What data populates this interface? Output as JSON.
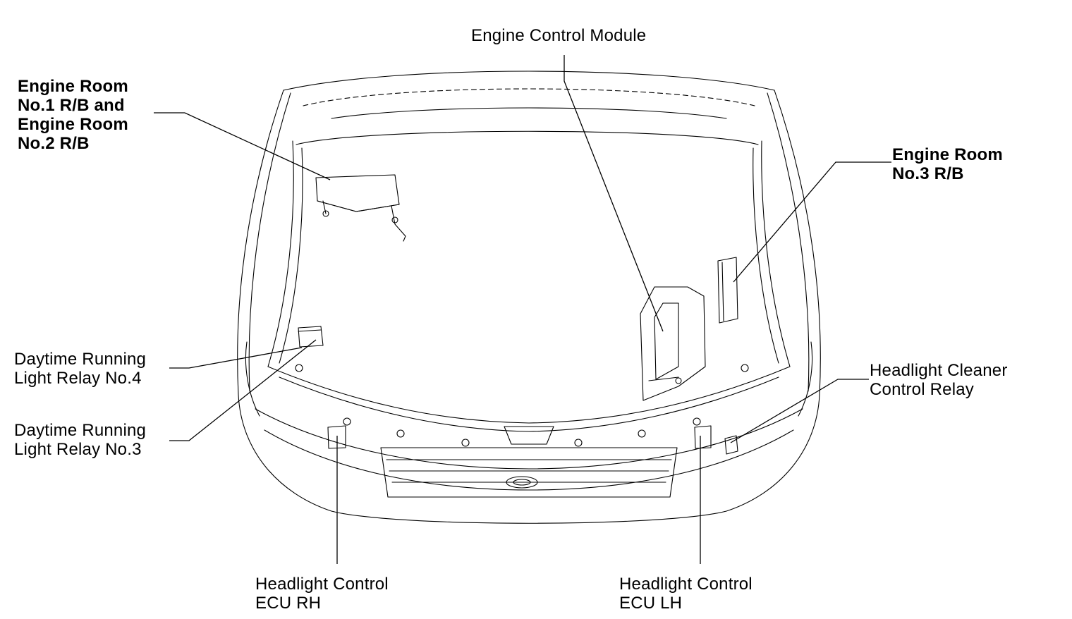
{
  "labels": {
    "engine_control_module": [
      "Engine Control Module"
    ],
    "engine_room_no1_no2": [
      "Engine Room",
      "No.1 R/B and",
      "Engine Room",
      "No.2 R/B"
    ],
    "engine_room_no3": [
      "Engine Room",
      "No.3 R/B"
    ],
    "drl_relay_no4": [
      "Daytime Running",
      "Light Relay No.4"
    ],
    "drl_relay_no3": [
      "Daytime Running",
      "Light Relay No.3"
    ],
    "headlight_cleaner_relay": [
      "Headlight Cleaner",
      "Control Relay"
    ],
    "headlight_ecu_rh": [
      "Headlight Control",
      "ECU RH"
    ],
    "headlight_ecu_lh": [
      "Headlight Control",
      "ECU LH"
    ]
  },
  "colors": {
    "line": "#000000",
    "background": "#ffffff"
  }
}
